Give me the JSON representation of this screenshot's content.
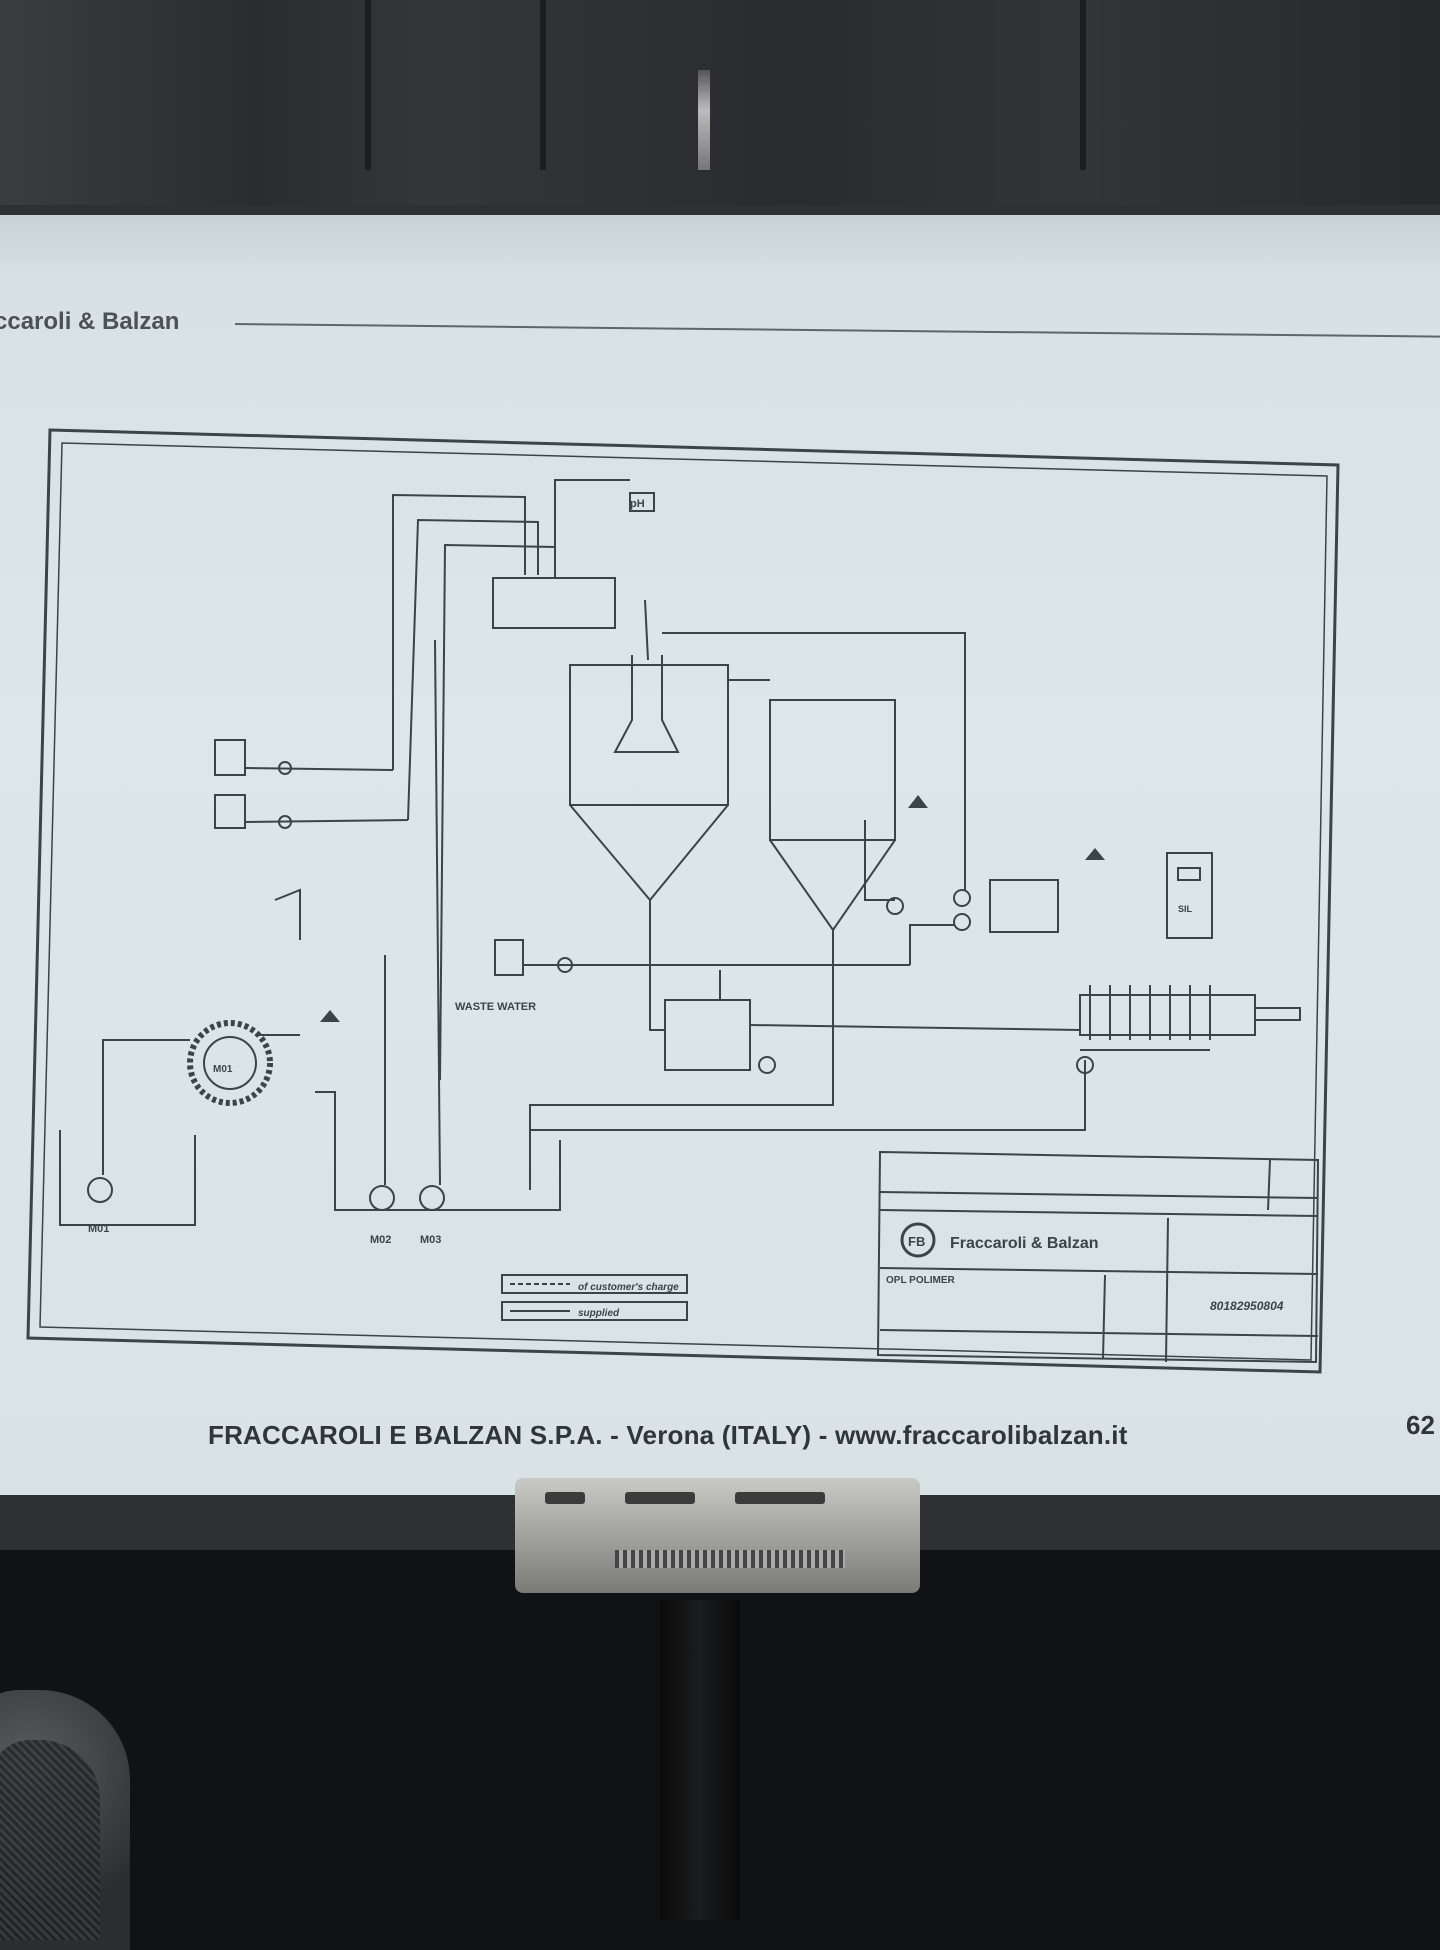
{
  "slide": {
    "header_brand": "ccaroli & Balzan",
    "footer": "FRACCAROLI E BALZAN S.P.A. - Verona (ITALY) - www.fraccarolibalzan.it",
    "page_number": "62"
  },
  "drawing": {
    "title_block": {
      "company": "Fraccaroli & Balzan",
      "project": "OPL POLIMER",
      "drawing_number": "80182950804"
    },
    "legend": {
      "line1": "of customer's charge",
      "line2": "supplied"
    },
    "equipment_tags": {
      "silo": "M01",
      "pump_left_1": "M02",
      "pump_left_2": "M03",
      "panel_label": "SIL",
      "dilution": "WASTE WATER",
      "top_label": "pH"
    }
  },
  "colors": {
    "screen": "#dde7ea",
    "ink": "#3b4448",
    "background": "#111214"
  }
}
